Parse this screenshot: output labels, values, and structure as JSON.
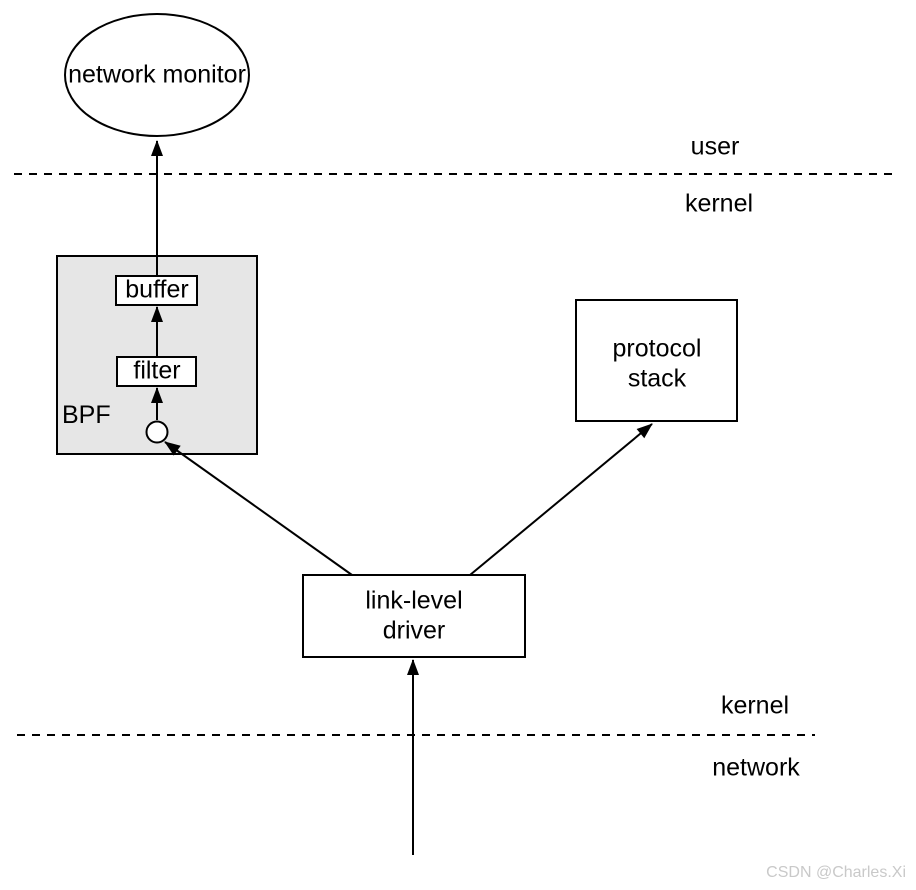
{
  "diagram": {
    "nodes": {
      "network_monitor": {
        "label": "network monitor"
      },
      "bpf": {
        "label": "BPF"
      },
      "buffer": {
        "label": "buffer"
      },
      "filter": {
        "label": "filter"
      },
      "protocol_stack": {
        "label": "protocol\nstack"
      },
      "link_level_driver": {
        "label": "link-level\ndriver"
      }
    },
    "boundary_labels": {
      "user": "user",
      "kernel_top": "kernel",
      "kernel_bottom": "kernel",
      "network": "network"
    },
    "colors": {
      "stroke": "#000000",
      "node_fill": "#ffffff",
      "bpf_fill": "#e6e6e6",
      "watermark": "#c9c9c9"
    },
    "watermark": "CSDN @Charles.Xi"
  }
}
